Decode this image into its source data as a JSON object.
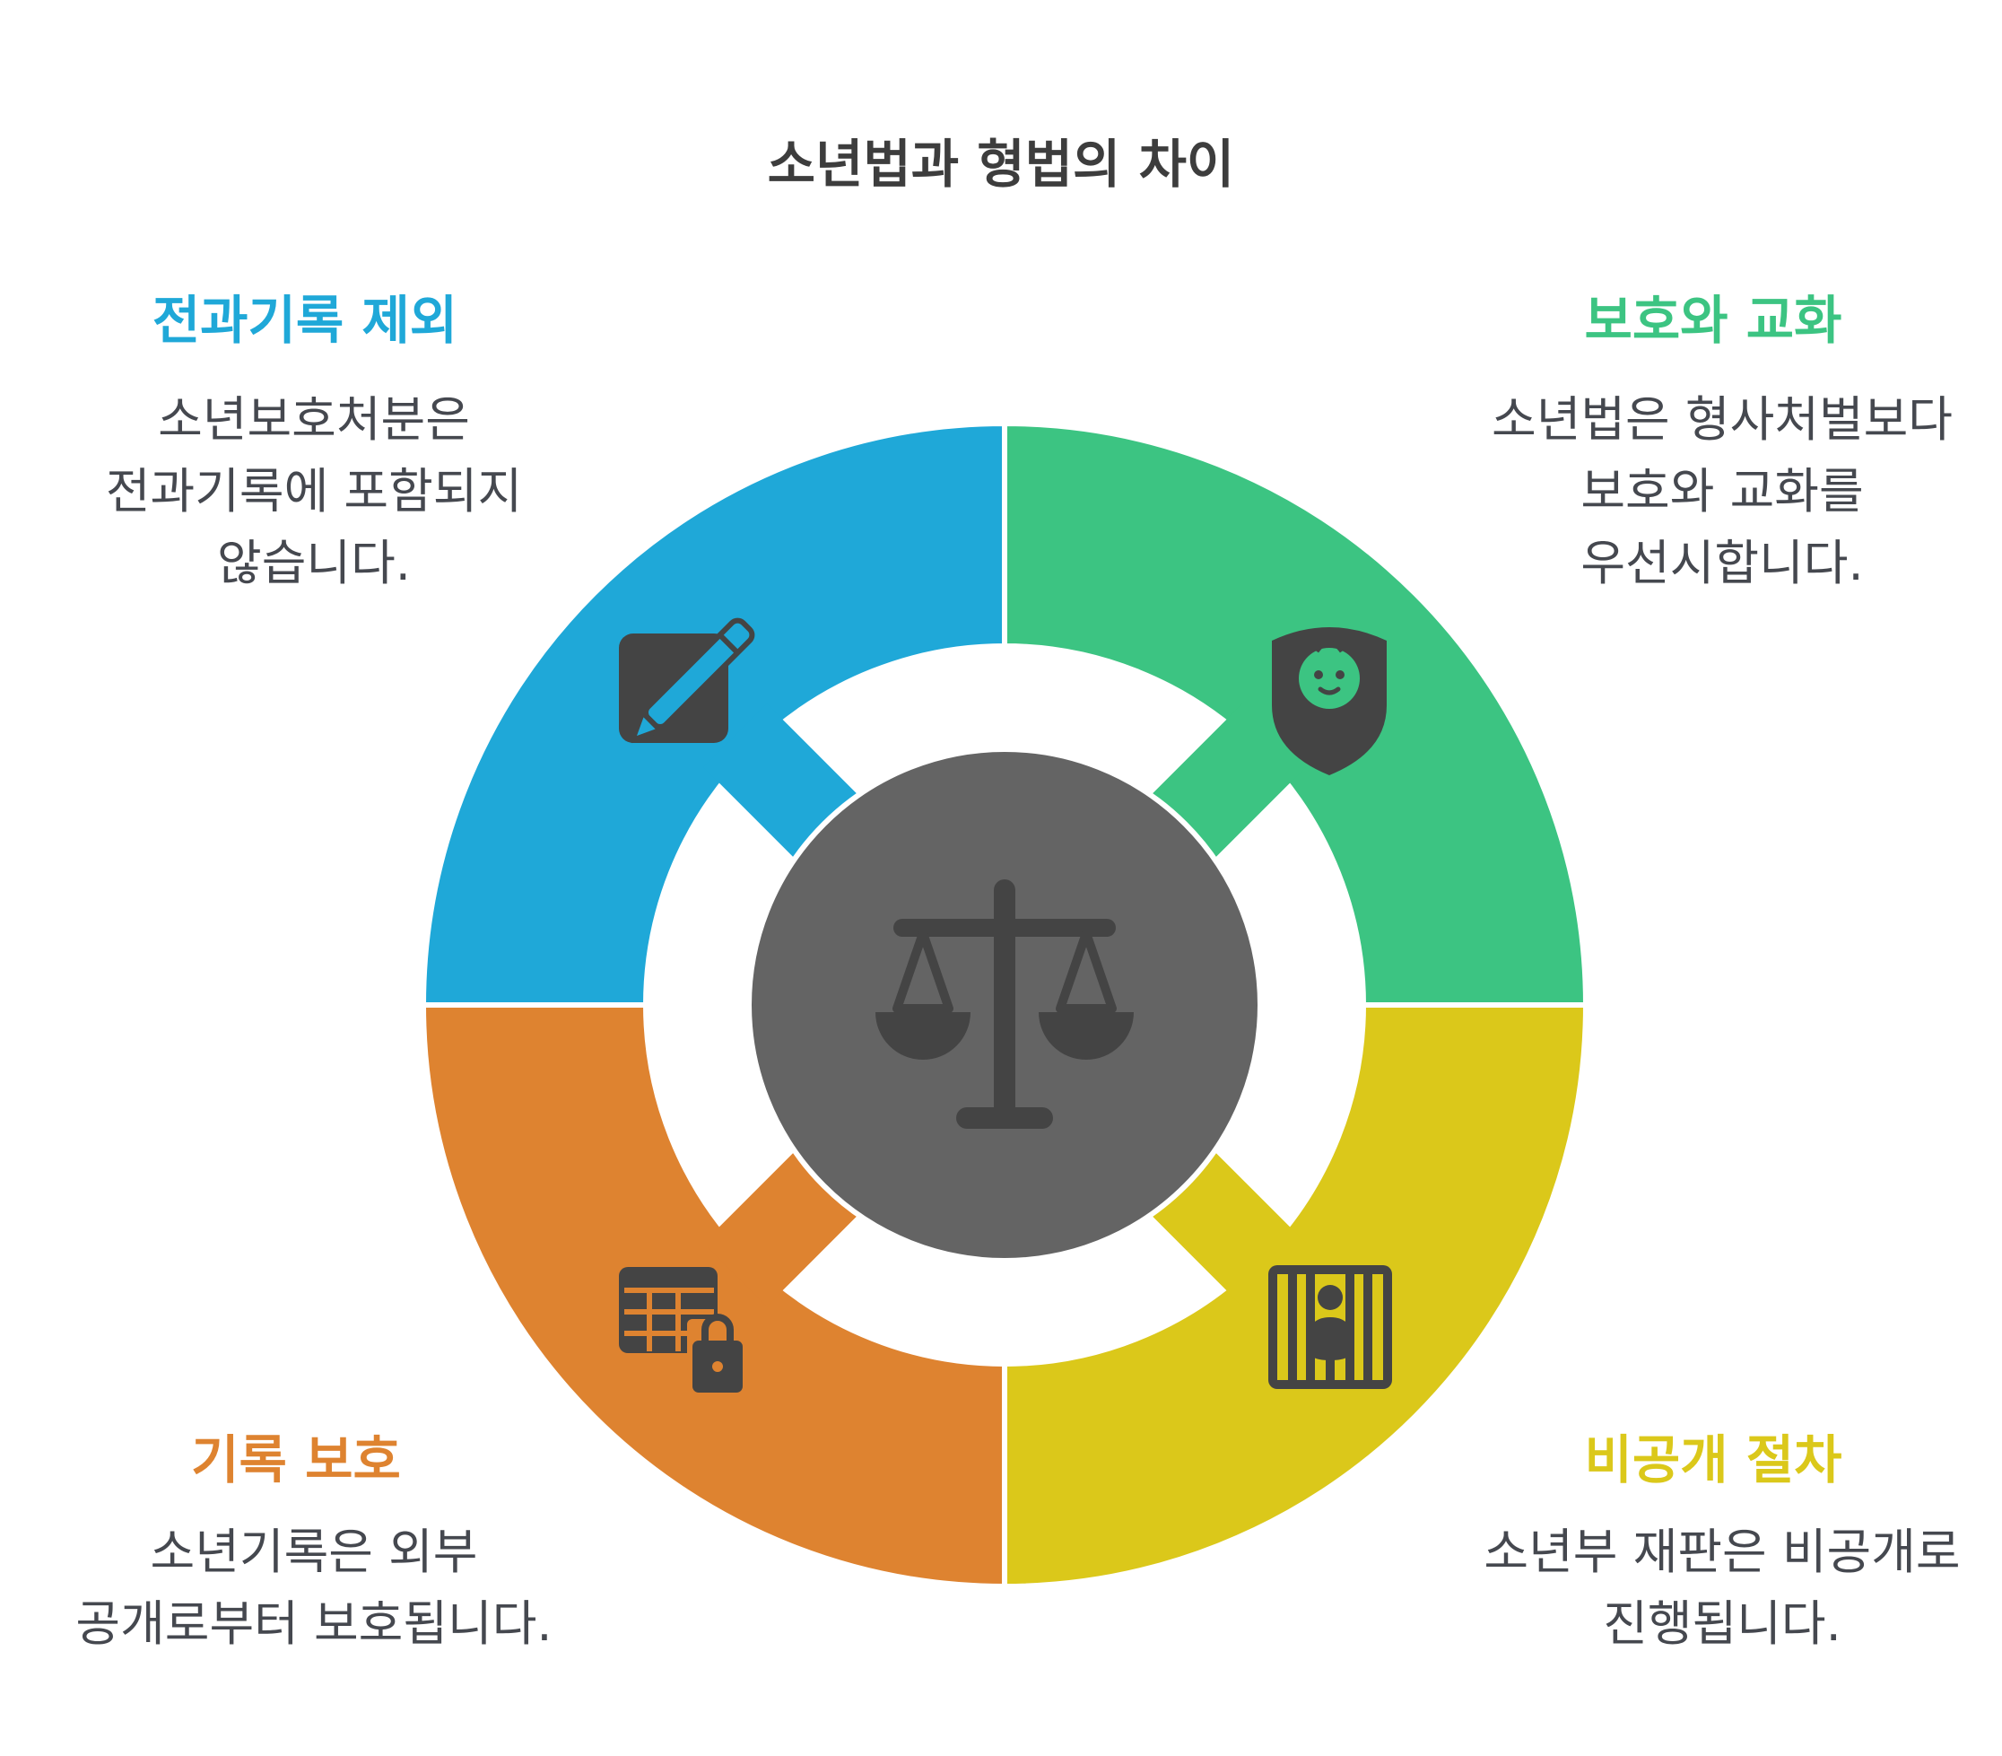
{
  "title": "소년법과 형법의 차이",
  "colors": {
    "blue": "#1fa8d8",
    "green": "#3cc482",
    "orange": "#de8330",
    "yellow": "#dbc81a",
    "center": "#646464",
    "icon": "#444444"
  },
  "center": {
    "icon": "scales-of-justice-icon"
  },
  "segments": [
    {
      "heading": "전과기록 제외",
      "description": "소년보호처분은 전과기록에 포함되지 않습니다.",
      "icon": "pencil-square-icon",
      "color": "#1fa8d8"
    },
    {
      "heading": "보호와 교화",
      "description": "소년법은 형사처벌보다 보호와 교화를 우선시합니다.",
      "icon": "baby-shield-icon",
      "color": "#3cc482"
    },
    {
      "heading": "기록 보호",
      "description": "소년기록은 외부 공개로부터 보호됩니다.",
      "icon": "locked-table-icon",
      "color": "#de8330"
    },
    {
      "heading": "비공개 절차",
      "description": "소년부 재판은 비공개로 진행됩니다.",
      "icon": "person-behind-bars-icon",
      "color": "#dbc81a"
    }
  ]
}
